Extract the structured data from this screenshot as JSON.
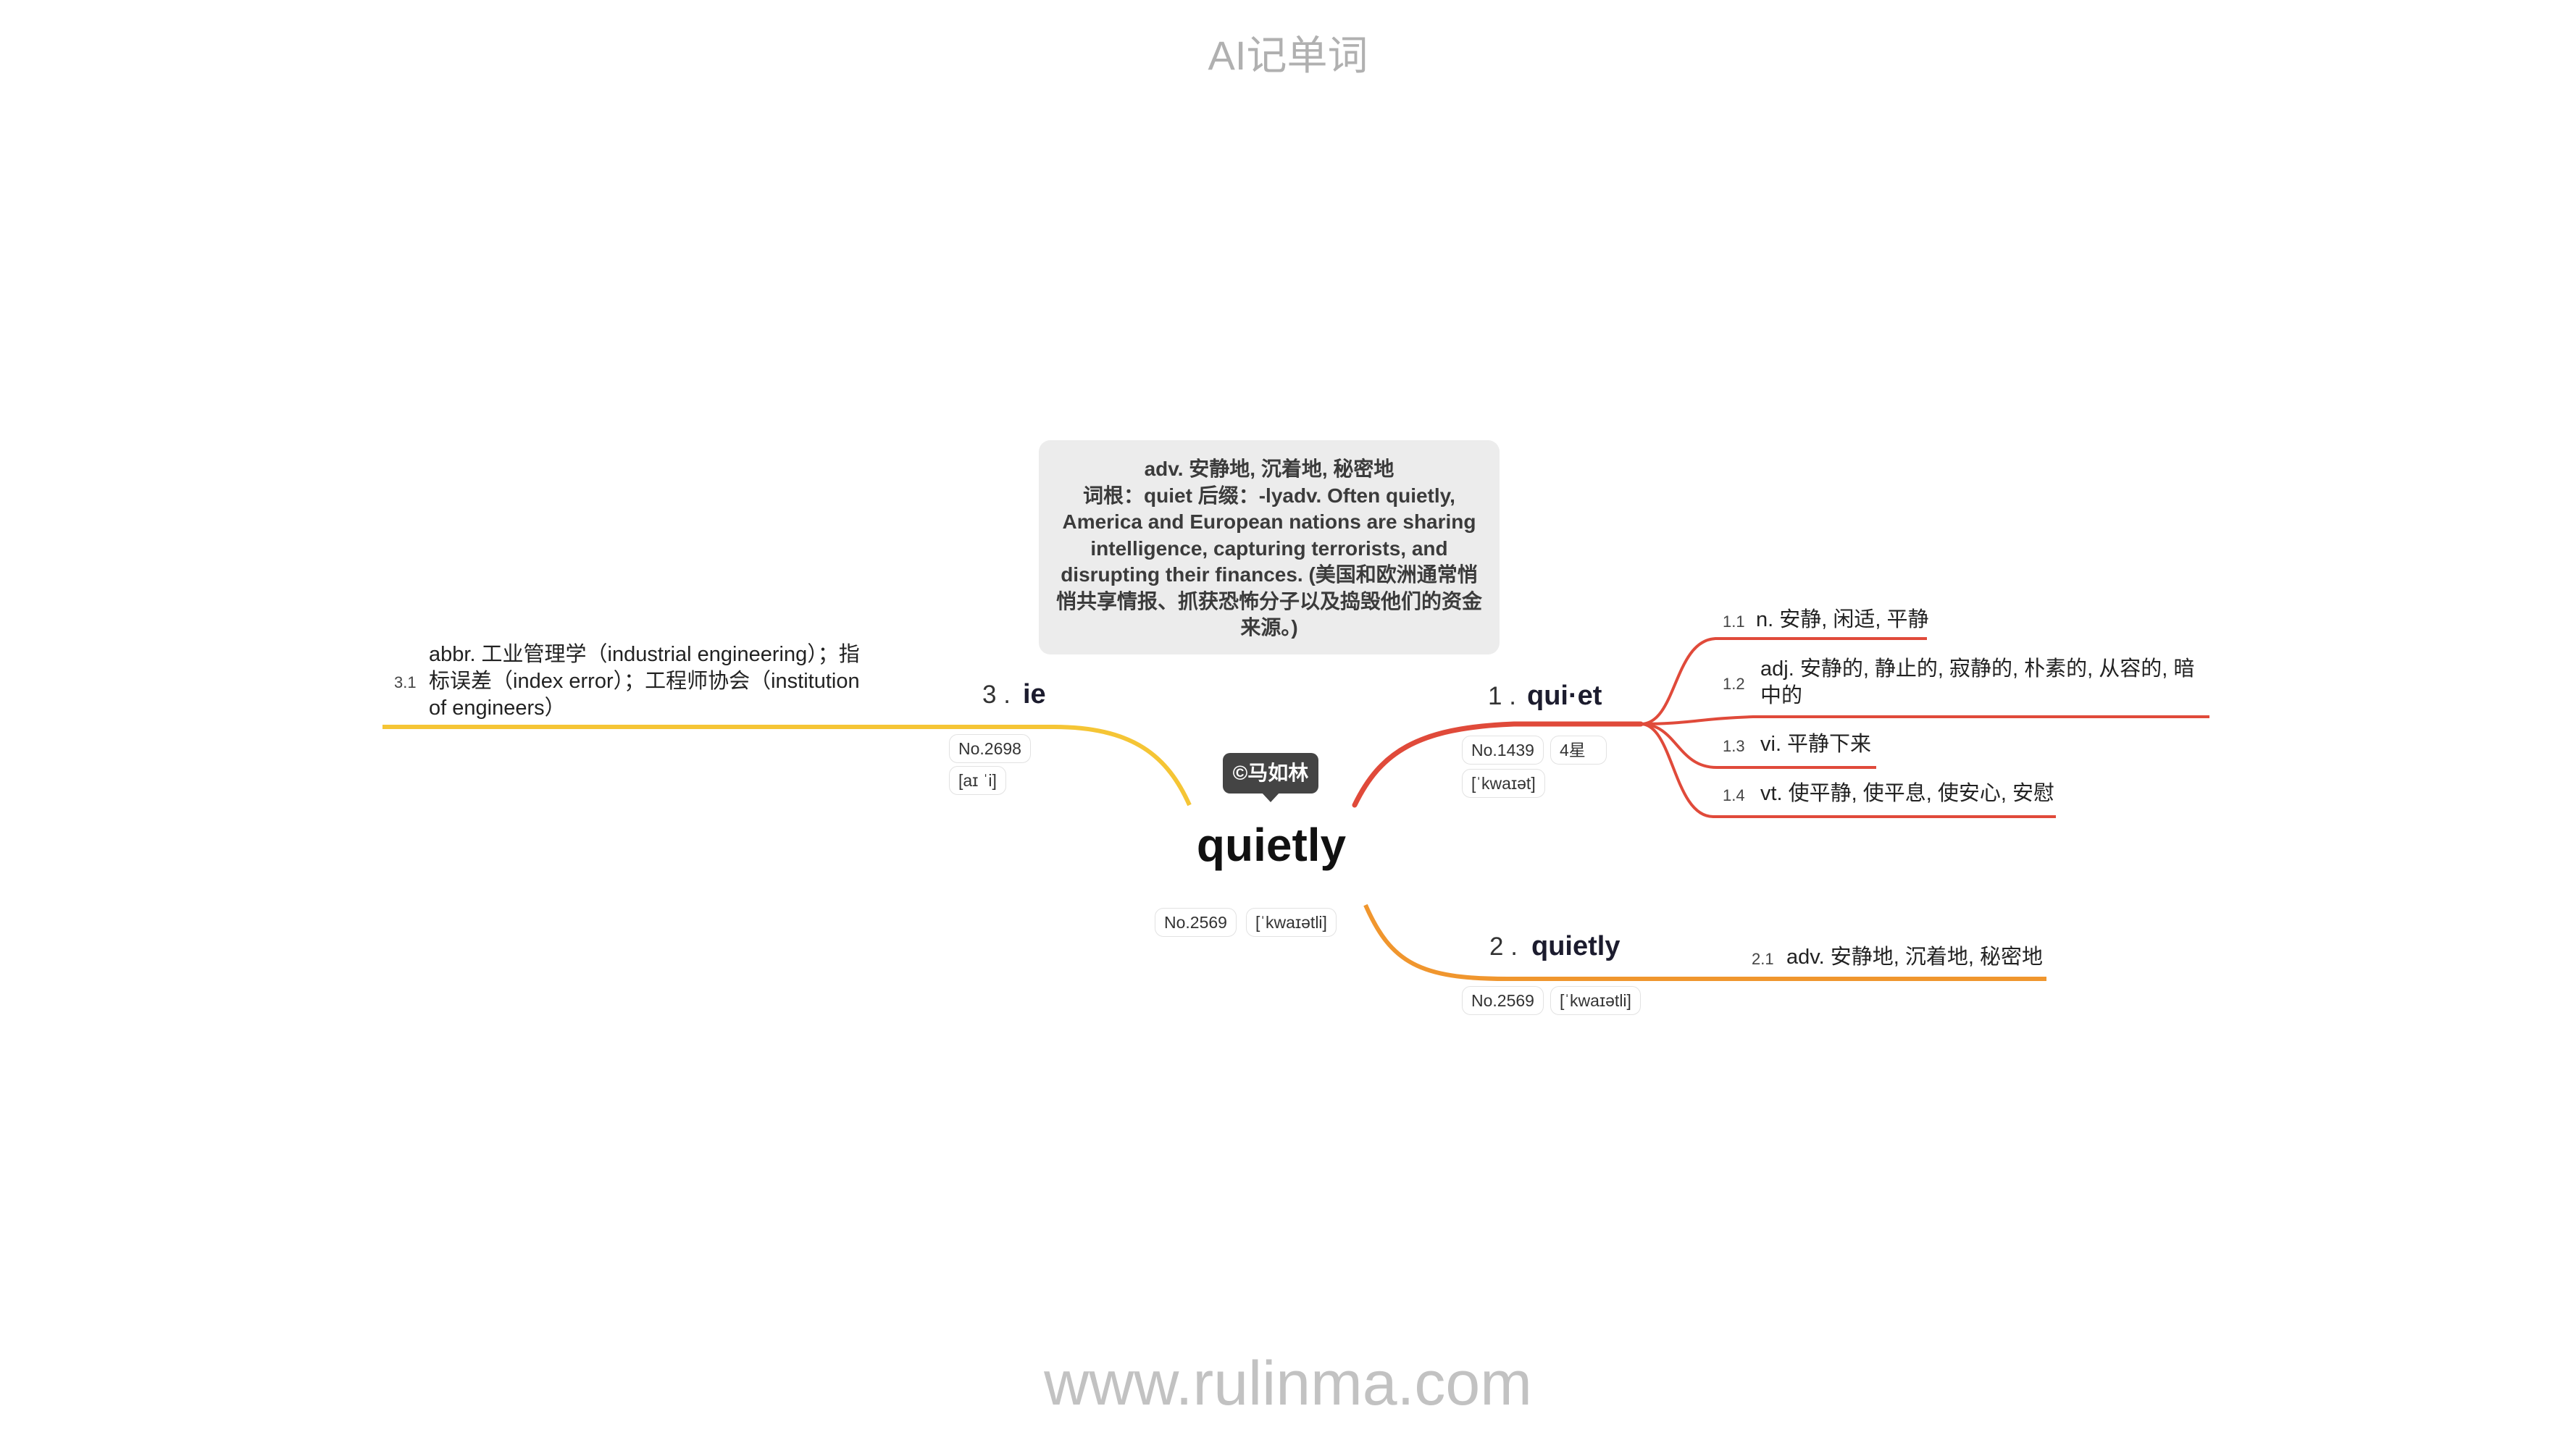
{
  "app_title": "AI记单词",
  "watermark": "www.rulinma.com",
  "central": {
    "word": "quietly",
    "no": "No.2569",
    "phonetic": "[ˈkwaɪətli]",
    "author_tag": "©马如林"
  },
  "note": {
    "line1": "adv. 安静地, 沉着地, 秘密地",
    "line2": "词根：quiet 后缀：-lyadv. Often quietly, America and European nations are sharing intelligence, capturing terrorists, and disrupting their finances. (美国和欧洲通常悄悄共享情报、抓获恐怖分子以及捣毁他们的资金来源。)"
  },
  "branches": [
    {
      "num": "1 .",
      "word": "qui·et",
      "no": "No.1439",
      "stars": "4星",
      "phonetic": "[ˈkwaɪət]",
      "color": "#e04a3a",
      "children": [
        {
          "idx": "1.1",
          "text": "n. 安静, 闲适, 平静"
        },
        {
          "idx": "1.2",
          "text": "adj. 安静的, 静止的, 寂静的, 朴素的, 从容的, 暗中的"
        },
        {
          "idx": "1.3",
          "text": "vi. 平静下来"
        },
        {
          "idx": "1.4",
          "text": "vt. 使平静, 使平息, 使安心, 安慰"
        }
      ]
    },
    {
      "num": "2 .",
      "word": "quietly",
      "no": "No.2569",
      "phonetic": "[ˈkwaɪətli]",
      "color": "#f0962e",
      "children": [
        {
          "idx": "2.1",
          "text": "adv. 安静地, 沉着地, 秘密地"
        }
      ]
    },
    {
      "num": "3 .",
      "word": "ie",
      "no": "No.2698",
      "phonetic": "[aɪ ˈi]",
      "color": "#f5c535",
      "children": [
        {
          "idx": "3.1",
          "text": "abbr. 工业管理学（industrial engineering）；指标误差（index error）；工程师协会（institution of engineers）"
        }
      ]
    }
  ]
}
